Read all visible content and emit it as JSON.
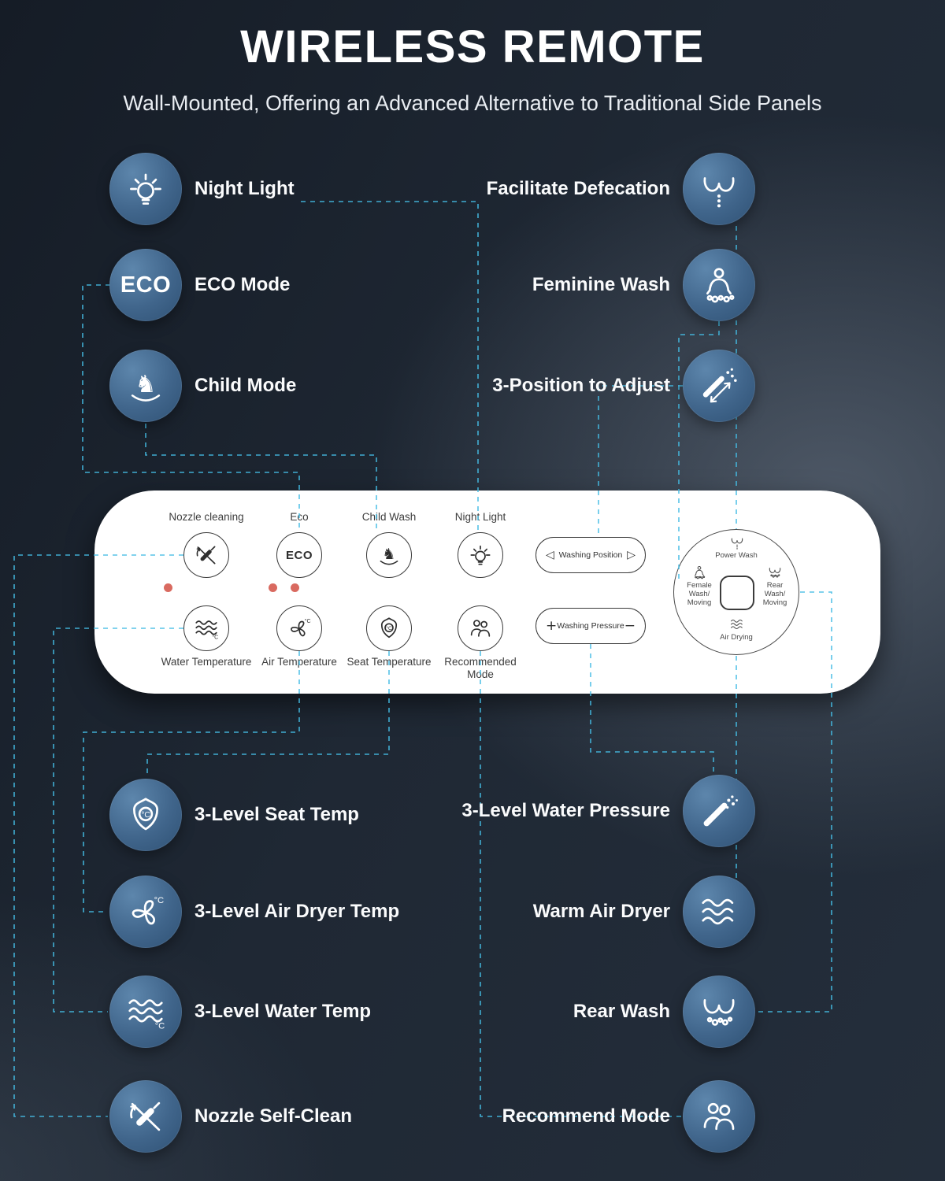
{
  "title": "WIRELESS REMOTE",
  "subtitle": "Wall-Mounted, Offering an Advanced Alternative to Traditional Side Panels",
  "eco_text": "ECO",
  "colors": {
    "background": "#1f2833",
    "badge_blue": "#40658b",
    "connector_cyan": "#45bde4",
    "remote_body": "#ffffff",
    "led_red": "#d96a60",
    "text_light": "#fafbfc",
    "text_dark": "#3a3a3a"
  },
  "features": {
    "top_left": [
      {
        "label": "Night Light",
        "icon": "night-light-icon"
      },
      {
        "label": "ECO Mode",
        "icon": "eco-icon"
      },
      {
        "label": "Child Mode",
        "icon": "rocking-horse-icon"
      }
    ],
    "top_right": [
      {
        "label": "Facilitate Defecation",
        "icon": "power-wash-icon"
      },
      {
        "label": "Feminine Wash",
        "icon": "feminine-wash-icon"
      },
      {
        "label": "3-Position to Adjust",
        "icon": "nozzle-position-icon"
      }
    ],
    "bottom_left": [
      {
        "label": "3-Level Seat Temp",
        "icon": "seat-temp-icon"
      },
      {
        "label": "3-Level Air Dryer Temp",
        "icon": "fan-temp-icon"
      },
      {
        "label": "3-Level Water Temp",
        "icon": "water-temp-icon"
      },
      {
        "label": "Nozzle Self-Clean",
        "icon": "nozzle-clean-icon"
      }
    ],
    "bottom_right": [
      {
        "label": "3-Level Water Pressure",
        "icon": "water-pressure-icon"
      },
      {
        "label": "Warm Air Dryer",
        "icon": "warm-air-icon"
      },
      {
        "label": "Rear Wash",
        "icon": "rear-wash-icon"
      },
      {
        "label": "Recommend Mode",
        "icon": "recommend-mode-icon"
      }
    ]
  },
  "remote": {
    "top_buttons": [
      {
        "label": "Nozzle cleaning",
        "icon": "nozzle-clean-icon"
      },
      {
        "label": "Eco",
        "icon": "eco-icon"
      },
      {
        "label": "Child Wash",
        "icon": "rocking-horse-icon"
      },
      {
        "label": "Night Light",
        "icon": "night-light-icon"
      }
    ],
    "bottom_buttons": [
      {
        "label": "Water Temperature",
        "icon": "water-temp-icon"
      },
      {
        "label": "Air Temperature",
        "icon": "fan-temp-icon"
      },
      {
        "label": "Seat Temperature",
        "icon": "seat-temp-icon"
      },
      {
        "label": "Recommended Mode",
        "icon": "recommend-mode-icon"
      }
    ],
    "washing_position": {
      "label": "Washing Position",
      "left_glyph": "◁",
      "right_glyph": "▷"
    },
    "washing_pressure": {
      "label": "Washing Pressure",
      "left_glyph": "+",
      "right_glyph": "−"
    },
    "dial": {
      "top_label": "Power Wash",
      "left_lines": [
        "Female",
        "Wash/",
        "Moving"
      ],
      "right_lines": [
        "Rear",
        "Wash/",
        "Moving"
      ],
      "bottom_label": "Air Drying"
    }
  }
}
